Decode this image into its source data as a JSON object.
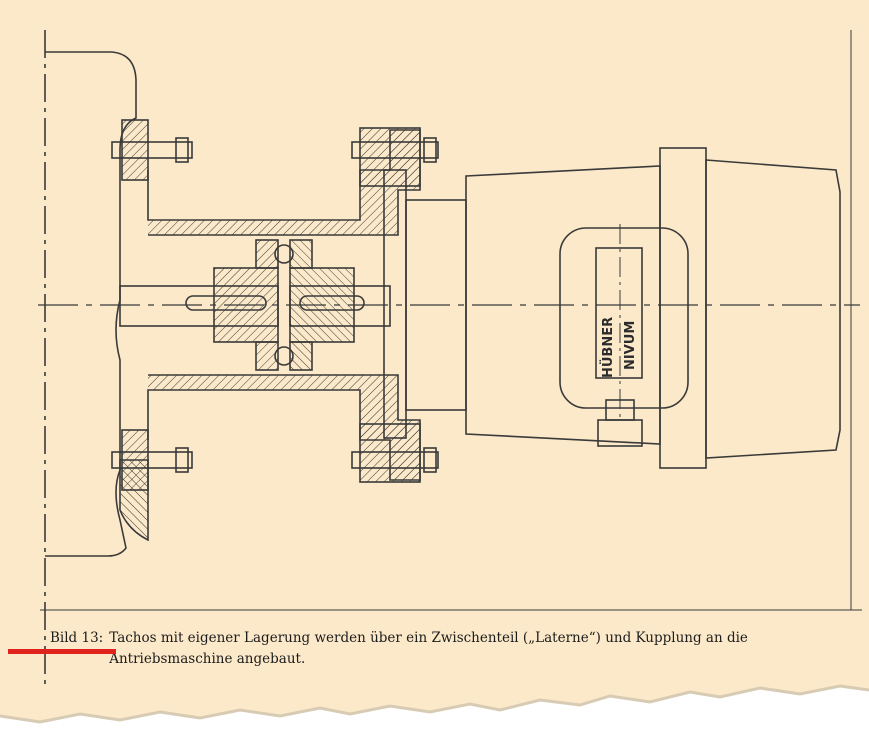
{
  "caption": {
    "label": "Bild 13",
    "text_line1": "Tachos mit eigener Lagerung werden über ein Zwischenteil („Laterne“) und Kupplung an die",
    "text_line2": "Antriebsmaschine angebaut."
  },
  "nameplate": {
    "brand": "HÜBNER",
    "type": "NIVUM"
  },
  "colors": {
    "paper": "#fbe9c9",
    "line": "#3a3a3a",
    "accent_red": "#e0231c"
  }
}
